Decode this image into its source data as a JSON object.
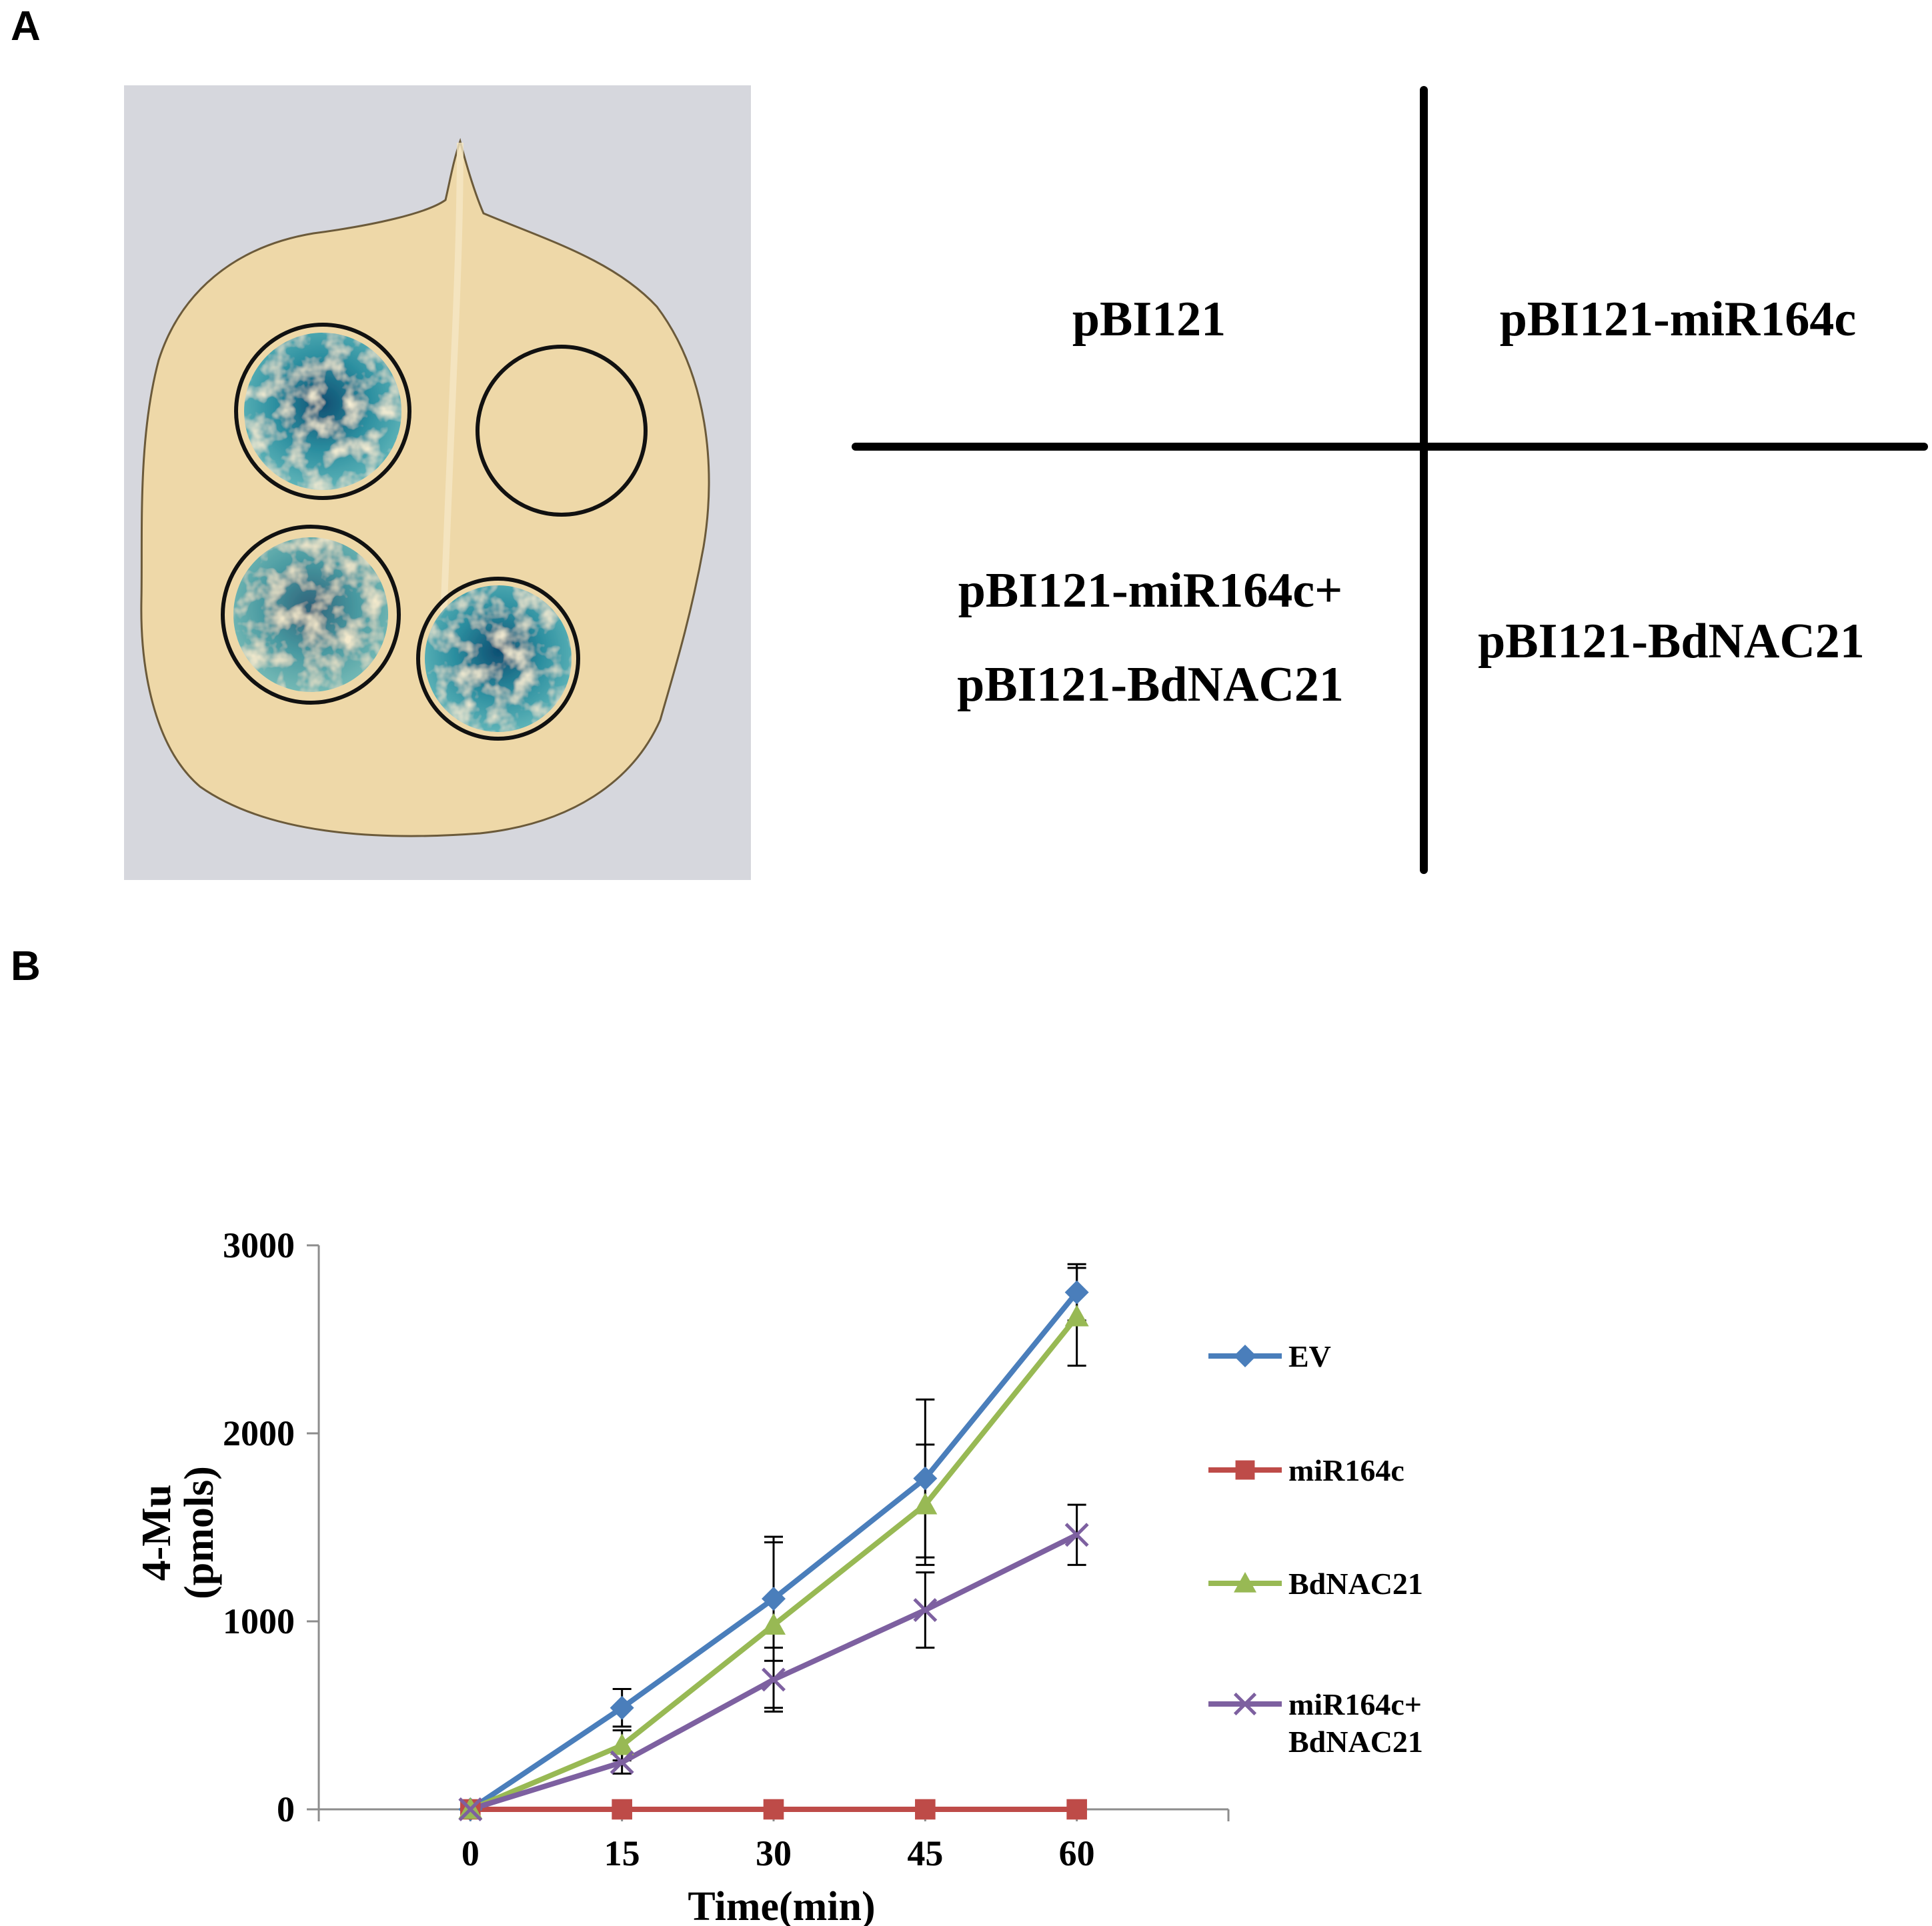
{
  "panels": {
    "a_letter": "A",
    "b_letter": "B"
  },
  "panel_a": {
    "leaf_colors": {
      "background": "#d6d7dd",
      "leaf": "#eed8a8",
      "stain": "#2c8fa0",
      "stain_dark": "#0e4f72"
    },
    "spots": [
      {
        "label": "pBI121",
        "stain": 0.9
      },
      {
        "label": "pBI121-miR164c",
        "stain": 0.0
      },
      {
        "label": "pBI121-miR164c+ pBI121-BdNAC21",
        "stain": 0.7
      },
      {
        "label": "pBI121-BdNAC21",
        "stain": 0.8
      }
    ],
    "grid_labels": {
      "top_left": "pBI121",
      "top_right": "pBI121-miR164c",
      "bottom_left_line1": "pBI121-miR164c+",
      "bottom_left_line2": "pBI121-BdNAC21",
      "bottom_right": "pBI121-BdNAC21"
    }
  },
  "chart_data": {
    "type": "line",
    "x": [
      0,
      15,
      30,
      45,
      60
    ],
    "x_tick_labels": [
      "0",
      "15",
      "30",
      "45",
      "60"
    ],
    "y_ticks": [
      0,
      1000,
      2000,
      3000
    ],
    "y_tick_labels": [
      "0",
      "1000",
      "2000",
      "3000"
    ],
    "xlim": [
      -15,
      75
    ],
    "ylim": [
      0,
      3000
    ],
    "xlabel": "Time(min)",
    "ylabel_line1": "4-Mu",
    "ylabel_line2": "(pmols)",
    "legend_position": "right",
    "grid": false,
    "series": [
      {
        "name": "EV",
        "name_line2": "",
        "color": "#4a7ebb",
        "marker": "diamond",
        "values": [
          0,
          540,
          1120,
          1760,
          2750
        ],
        "errors": [
          0,
          100,
          330,
          420,
          150
        ]
      },
      {
        "name": "miR164c",
        "name_line2": "",
        "color": "#be4b48",
        "marker": "square",
        "values": [
          0,
          0,
          0,
          0,
          0
        ],
        "errors": [
          0,
          0,
          0,
          0,
          0
        ]
      },
      {
        "name": "BdNAC21",
        "name_line2": "",
        "color": "#98b954",
        "marker": "triangle",
        "values": [
          0,
          340,
          980,
          1620,
          2620
        ],
        "errors": [
          0,
          80,
          440,
          320,
          260
        ]
      },
      {
        "name": "miR164c+",
        "name_line2": "BdNAC21",
        "color": "#7d60a0",
        "marker": "x",
        "values": [
          0,
          250,
          690,
          1060,
          1460
        ],
        "errors": [
          0,
          60,
          170,
          200,
          160
        ]
      }
    ]
  }
}
